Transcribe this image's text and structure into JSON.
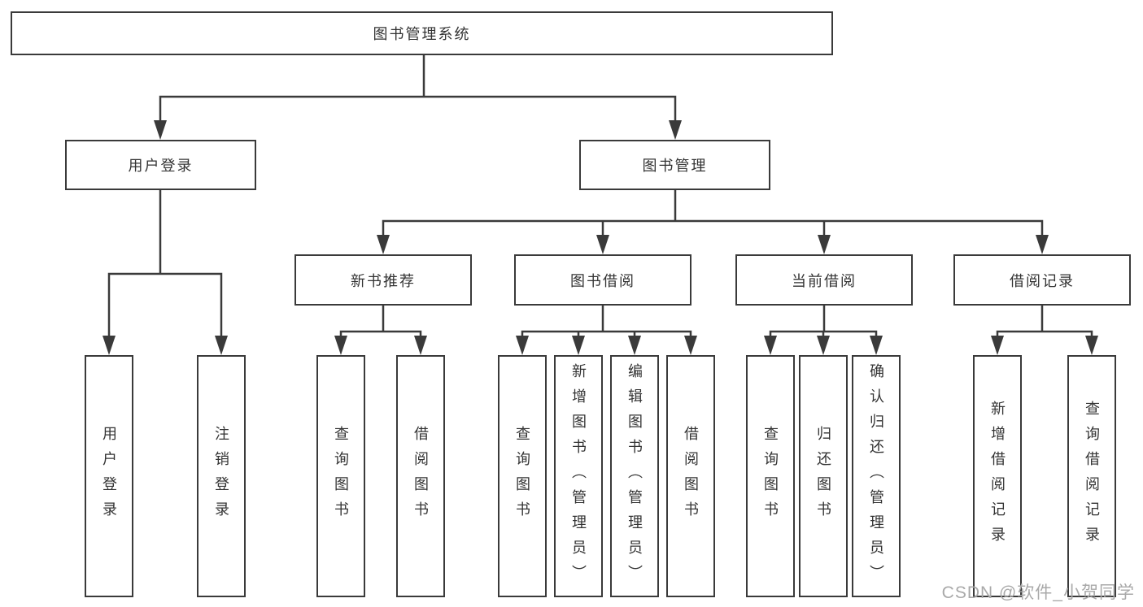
{
  "diagram_title": "图书管理系统",
  "tree": {
    "label": "图书管理系统",
    "children": [
      {
        "label": "用户登录",
        "children": [
          {
            "label": "用户登录"
          },
          {
            "label": "注销登录"
          }
        ]
      },
      {
        "label": "图书管理",
        "children": [
          {
            "label": "新书推荐",
            "children": [
              {
                "label": "查询图书"
              },
              {
                "label": "借阅图书"
              }
            ]
          },
          {
            "label": "图书借阅",
            "children": [
              {
                "label": "查询图书"
              },
              {
                "label": "新增图书（管理员）"
              },
              {
                "label": "编辑图书（管理员）"
              },
              {
                "label": "借阅图书"
              }
            ]
          },
          {
            "label": "当前借阅",
            "children": [
              {
                "label": "查询图书"
              },
              {
                "label": "归还图书"
              },
              {
                "label": "确认归还（管理员）"
              }
            ]
          },
          {
            "label": "借阅记录",
            "children": [
              {
                "label": "新增借阅记录"
              },
              {
                "label": "查询借阅记录"
              }
            ]
          }
        ]
      }
    ]
  },
  "watermark": "CSDN @软件_小贺同学",
  "colors": {
    "line": "#3a3a3a",
    "box_border": "#3a3a3a",
    "text": "#333333",
    "background": "#ffffff",
    "watermark": "#a9a9a9"
  }
}
